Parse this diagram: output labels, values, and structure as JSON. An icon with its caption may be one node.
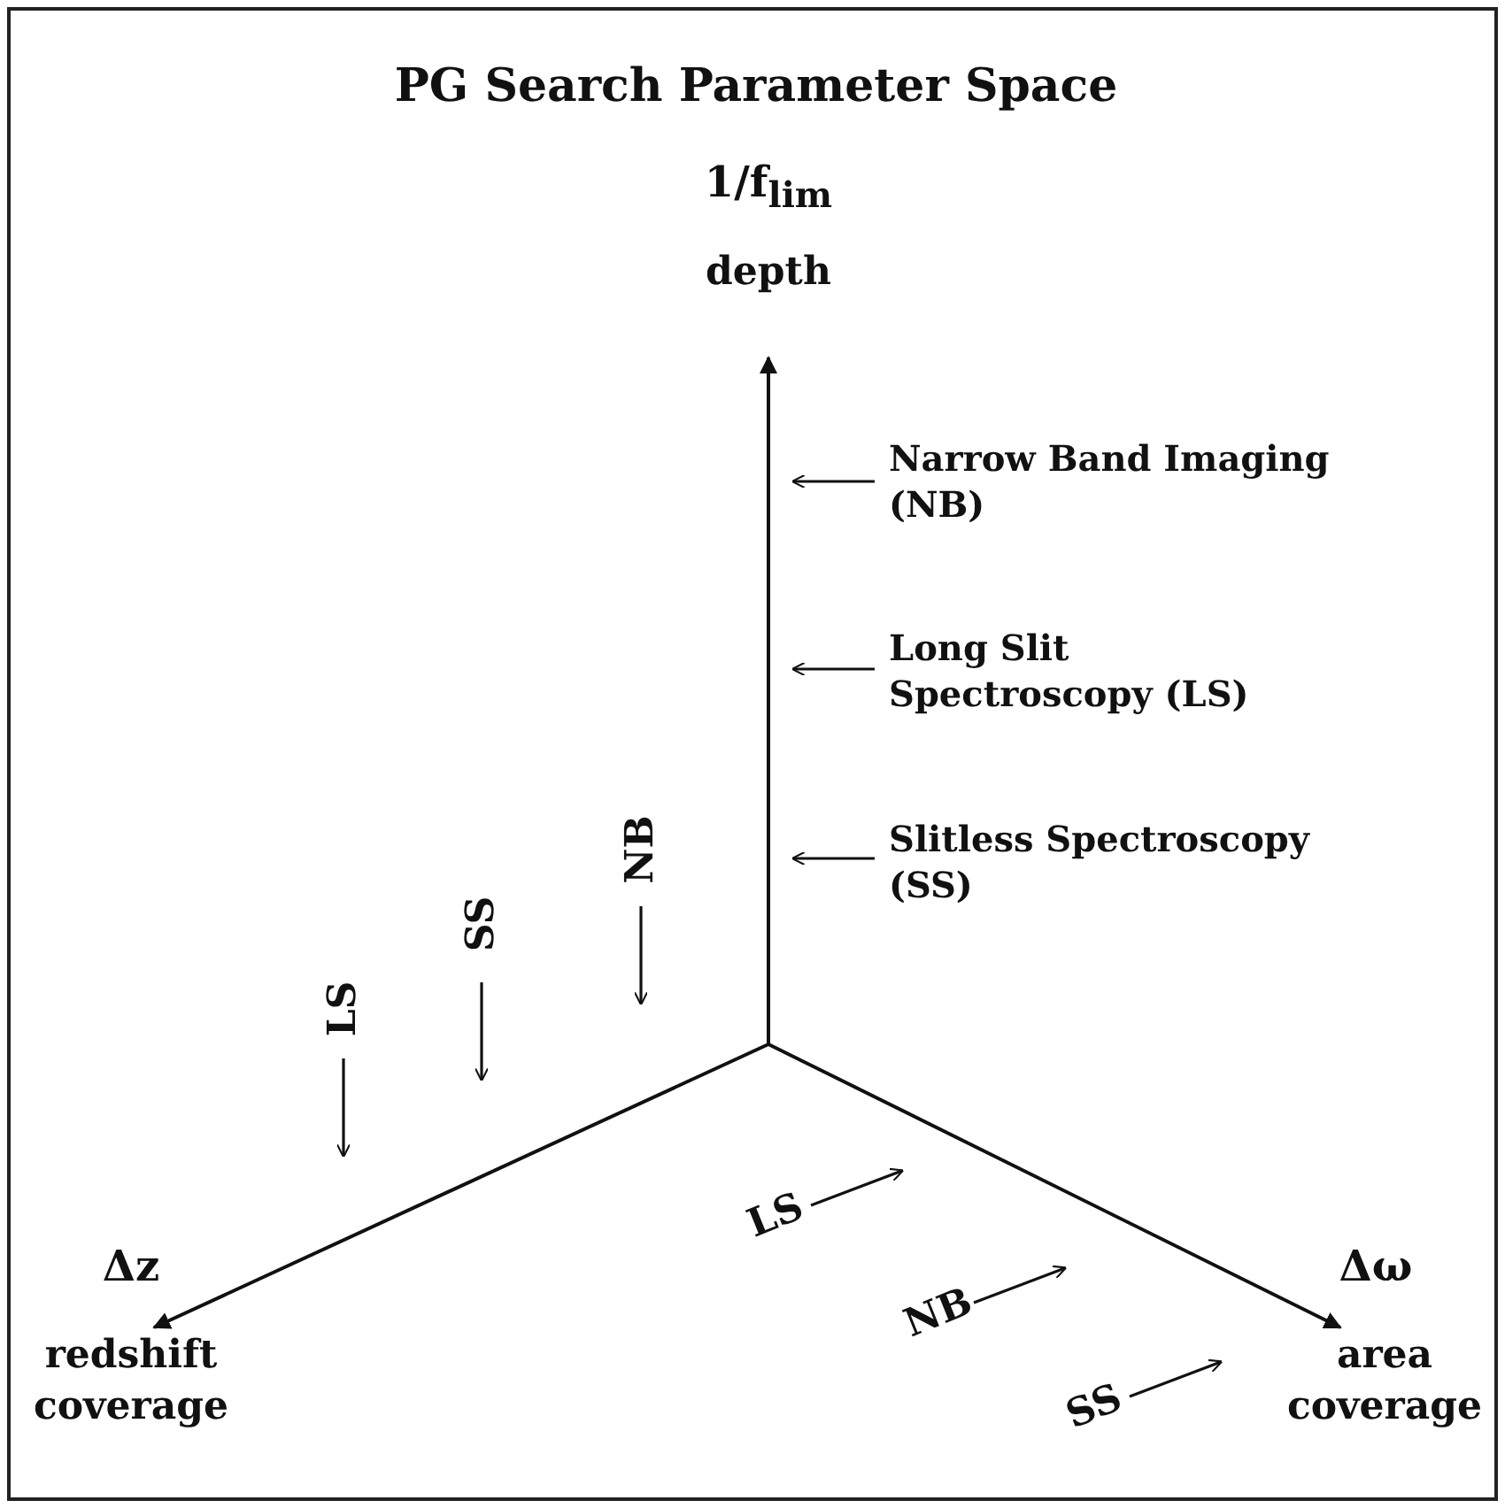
{
  "diagram": {
    "title": "PG Search Parameter Space",
    "nodes": [
      {
        "text": [],
        "shape": "line"
      },
      {
        "text": [],
        "shape": "line"
      },
      {
        "text": [],
        "shape": "line"
      },
      {
        "text": [
          "Narrow Band Imaging (NB)"
        ]
      },
      {
        "text": [
          "Long Slit Spectroscopy (LS)"
        ]
      },
      {
        "text": [
          "Slitless Spectroscopy (SS)"
        ]
      },
      {
        "text": [
          "LS"
        ]
      },
      {
        "text": [
          "SS"
        ]
      },
      {
        "text": [
          "NB"
        ]
      },
      {
        "text": [
          "LS"
        ]
      },
      {
        "text": [
          "NB"
        ]
      },
      {
        "text": [
          "SS"
        ]
      }
    ],
    "edges": [
      {
        "from": 3,
        "to": 0,
        "arrow": "to"
      },
      {
        "from": 4,
        "to": 0,
        "arrow": "to"
      },
      {
        "from": 5,
        "to": 0,
        "arrow": "to"
      },
      {
        "from": 6,
        "to": 1,
        "arrow": "to"
      },
      {
        "from": 7,
        "to": 1,
        "arrow": "to"
      },
      {
        "from": 8,
        "to": 1,
        "arrow": "to"
      },
      {
        "from": 9,
        "to": 2,
        "arrow": "to"
      },
      {
        "from": 10,
        "to": 2,
        "arrow": "to"
      },
      {
        "from": 11,
        "to": 2,
        "arrow": "to"
      }
    ],
    "labels": [
      "1/f$_{lim}$",
      "depth",
      "Δz",
      "redshift coverage",
      "Δω",
      "area coverage"
    ]
  }
}
